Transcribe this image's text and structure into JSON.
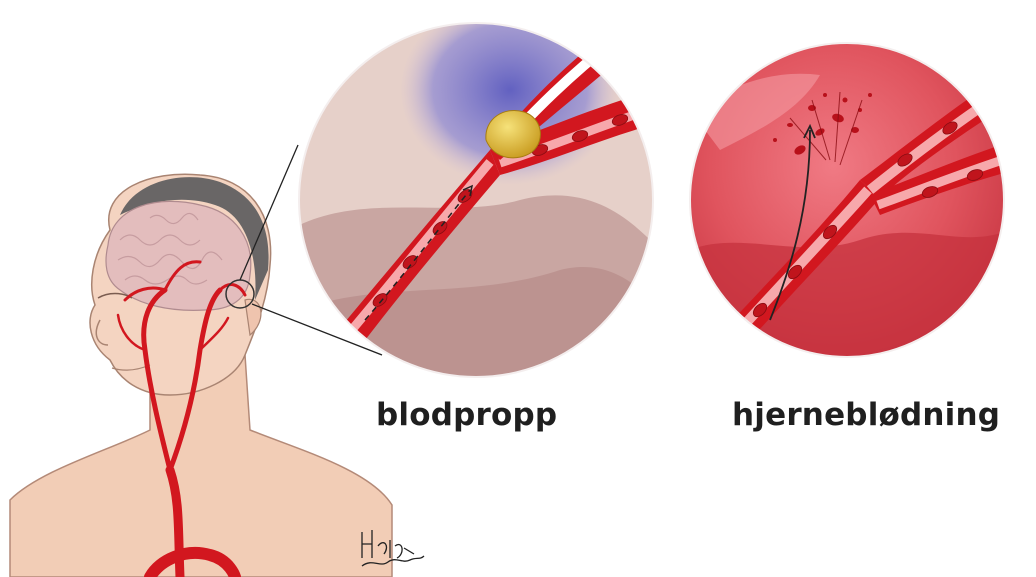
{
  "illustration": {
    "panels": [
      {
        "id": "clot",
        "label": "blodpropp"
      },
      {
        "id": "hemorrhage",
        "label": "hjerneblødning"
      }
    ],
    "artist_signature": "Håkon Hessum",
    "colors": {
      "artery_red": "#d2171f",
      "artery_light": "#f08a8f",
      "clot_yellow": "#e0b830",
      "blue_ischemia": "#6e6ec8",
      "bleed_red": "#de4b55",
      "skin": "#f3d2bd",
      "brain": "#d9b3b3",
      "tissue_bg": "#c9a6a2"
    },
    "icons": [
      "head-with-arteries-icon",
      "magnifier-circle-icon",
      "blood-clot-icon",
      "hemorrhage-icon",
      "signature-icon"
    ]
  }
}
